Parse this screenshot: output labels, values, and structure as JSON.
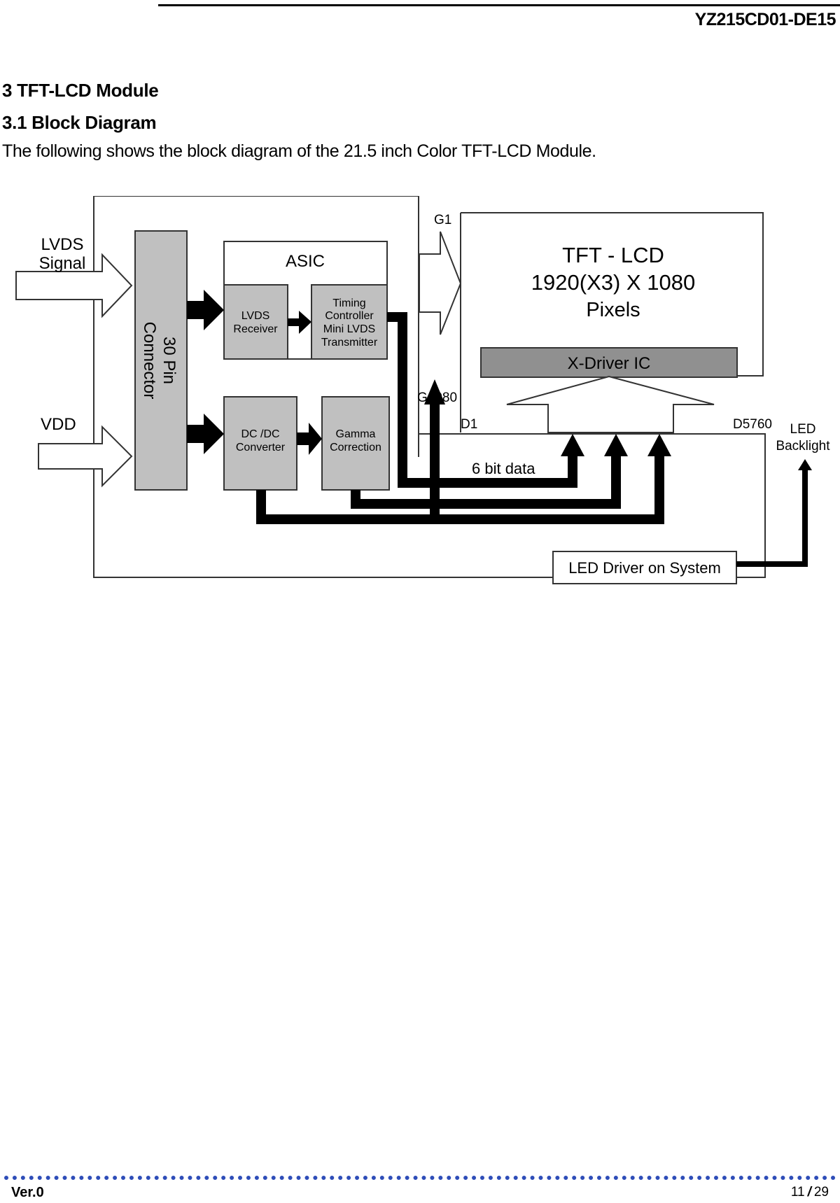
{
  "header": {
    "doc_id": "YZ215CD01-DE15"
  },
  "section": {
    "heading": "3 TFT-LCD Module",
    "subheading": "3.1 Block Diagram",
    "intro": "The following shows the block diagram of the 21.5 inch Color TFT-LCD Module."
  },
  "diagram": {
    "inputs": {
      "lvds_line1": "LVDS",
      "lvds_line2": "Signal",
      "vdd": "VDD"
    },
    "connector": {
      "line1": "30 Pin",
      "line2": "Connector"
    },
    "asic": {
      "title": "ASIC",
      "lvds_receiver": {
        "line1": "LVDS",
        "line2": "Receiver"
      },
      "timing_controller": {
        "line1": "Timing",
        "line2": "Controller",
        "line3": "Mini LVDS",
        "line4": "Transmitter"
      }
    },
    "dcdc": {
      "line1": "DC /DC",
      "line2": "Converter"
    },
    "gamma": {
      "line1": "Gamma",
      "line2": "Correction"
    },
    "panel": {
      "line1": "TFT - LCD",
      "line2": "1920(X3) X 1080",
      "line3": "Pixels",
      "gate_first": "G1",
      "gate_last": "G1080",
      "data_first": "D1",
      "data_last": "D5760"
    },
    "xdriver": "X-Driver IC",
    "six_bit_data": "6 bit data",
    "led_backlight": {
      "line1": "LED",
      "line2": "Backlight"
    },
    "led_driver": "LED Driver on System"
  },
  "footer": {
    "version": "Ver.0",
    "page_current": "11",
    "page_total": "29"
  }
}
